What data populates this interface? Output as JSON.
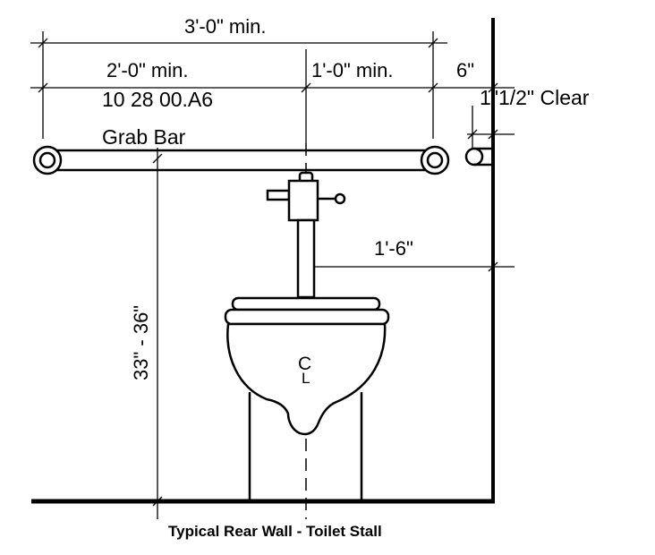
{
  "dimensions": {
    "overall_width": "3'-0\" min.",
    "left_segment": "2'-0\" min.",
    "centerline_to_edge": "1'-0\" min.",
    "bar_extension": "6\"",
    "wall_clearance": "1\"1/2\" Clear",
    "centerline_to_wall": "1'-6\"",
    "mounting_height": "33\" - 36\""
  },
  "labels": {
    "spec_number": "10 28 00.A6",
    "grab_bar": "Grab Bar",
    "centerline_symbol": "C",
    "centerline_symbol_sub": "L"
  },
  "caption": "Typical Rear Wall - Toilet Stall",
  "colors": {
    "line": "#000000",
    "background": "#ffffff"
  }
}
